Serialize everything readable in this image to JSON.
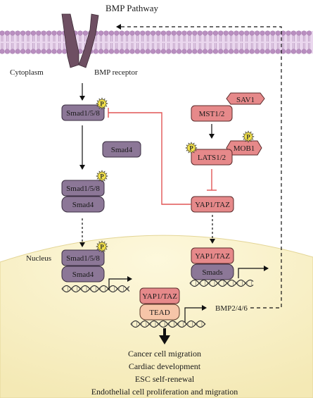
{
  "title": "BMP Pathway",
  "labels": {
    "cytoplasm": "Cytoplasm",
    "bmp_receptor": "BMP receptor",
    "nucleus": "Nucleus",
    "bmp_genes": "BMP2/4/6"
  },
  "proteins": {
    "smad158_top": "Smad1/5/8",
    "smad4_free": "Smad4",
    "smad158_mid": "Smad1/5/8",
    "smad4_mid": "Smad4",
    "smad158_nuc": "Smad1/5/8",
    "smad4_nuc": "Smad4",
    "mst12": "MST1/2",
    "sav1": "SAV1",
    "lats12": "LATS1/2",
    "mob1": "MOB1",
    "yaptaz_cyto": "YAP1/TAZ",
    "yaptaz_nuc": "YAP1/TAZ",
    "smads": "Smads",
    "yaptaz_tead": "YAP1/TAZ",
    "tead": "TEAD"
  },
  "phospho_label": "P",
  "outcomes": [
    "Cancer cell migration",
    "Cardiac development",
    "ESC self-renewal",
    "Endothelial cell proliferation and migration"
  ],
  "colors": {
    "membrane": "#b98ec0",
    "receptor": "#6e4f62",
    "smad_purple": "#8c7797",
    "salmon": "#e6898a",
    "tead_peach": "#f6c5a8",
    "phospho": "#f6e44a",
    "inhibit_red": "#e05555",
    "nucleus": "#faf3cf"
  }
}
